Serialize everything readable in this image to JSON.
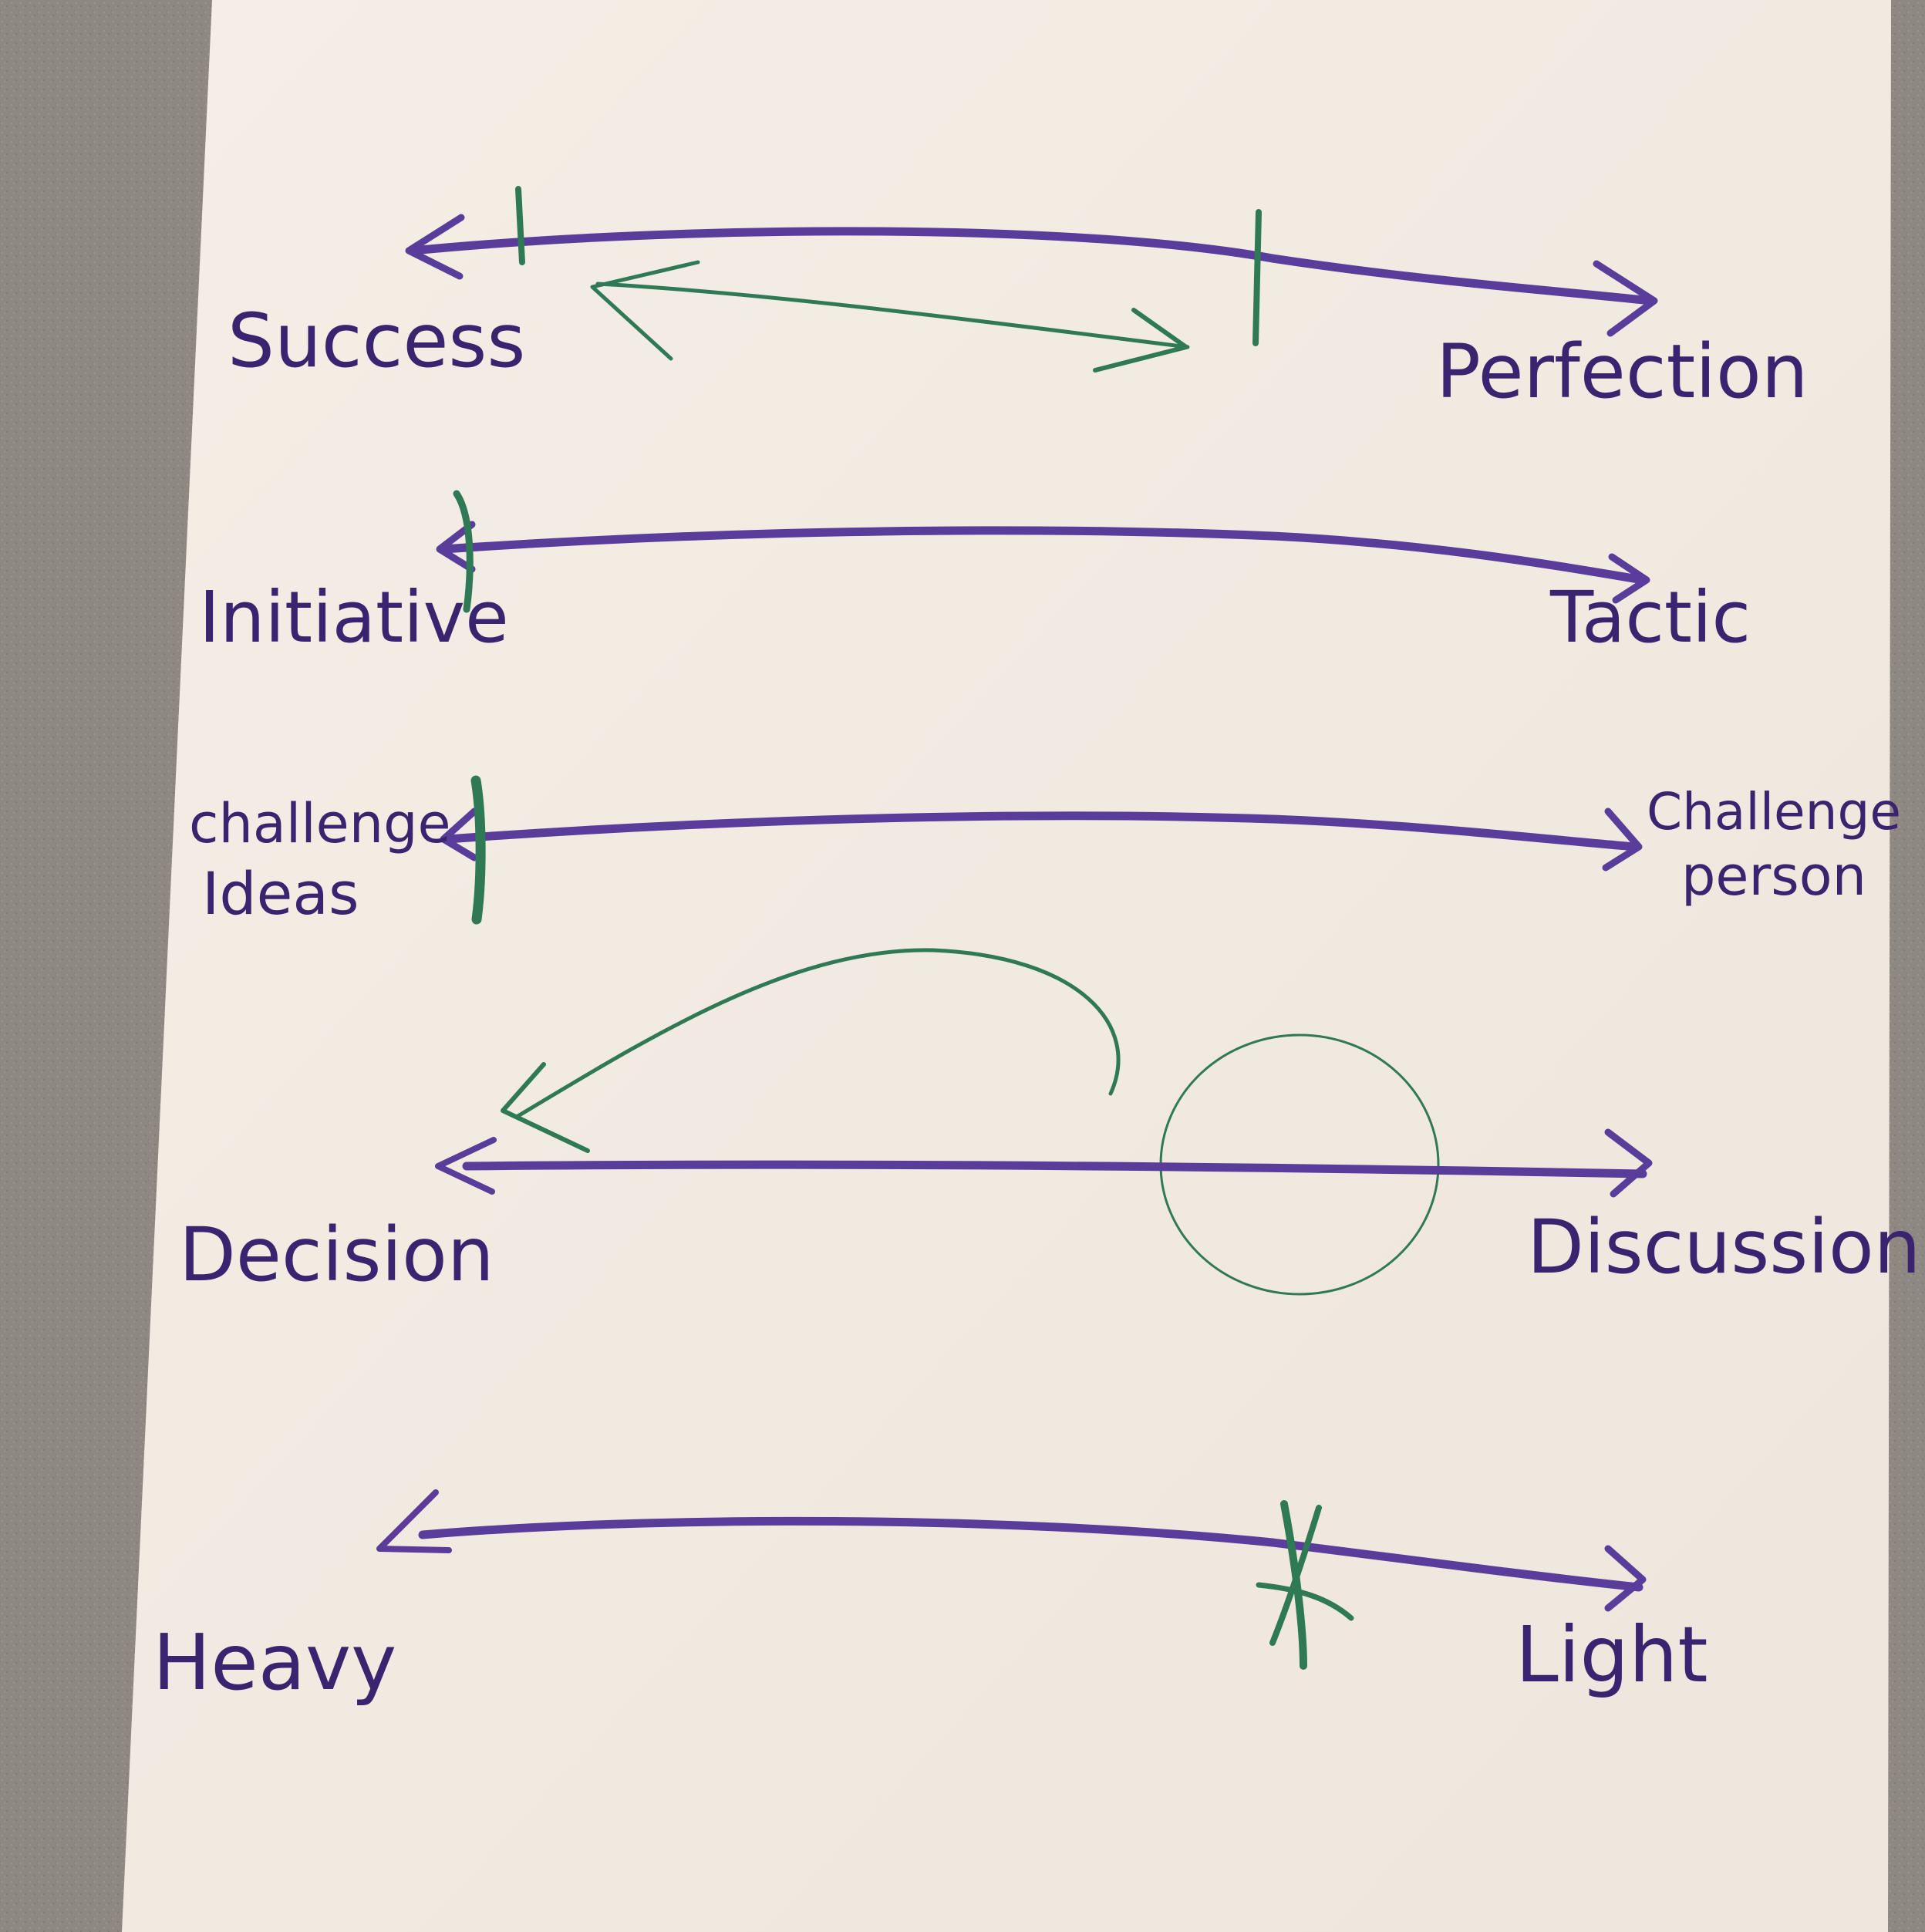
{
  "colors": {
    "carpet": "#8d8882",
    "paper": "#f2ece4",
    "purple_marker": "#5a3d9a",
    "purple_text": "#3a2470",
    "green_marker": "#2f7a55"
  },
  "scales": [
    {
      "left_label": "Success",
      "right_label": "Perfection"
    },
    {
      "left_label": "Initiative",
      "right_label": "Tactic"
    },
    {
      "left_label_line1": "challenge",
      "left_label_line2": "Ideas",
      "right_label_line1": "Challenge",
      "right_label_line2": "person"
    },
    {
      "left_label": "Decision",
      "right_label": "Discussion"
    },
    {
      "left_label": "Heavy",
      "right_label": "Light"
    }
  ]
}
